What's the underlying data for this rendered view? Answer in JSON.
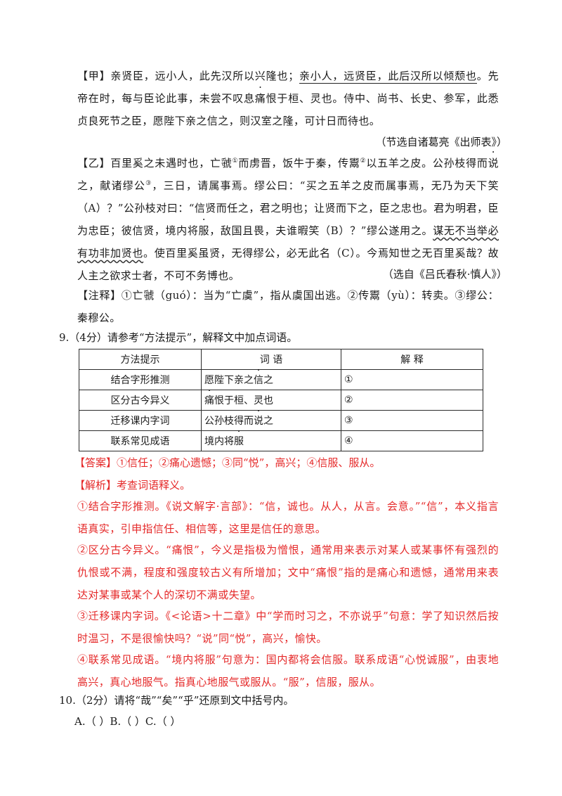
{
  "passage_jia": {
    "tag": "【甲】",
    "s1": "亲贤臣，远小人，此先汉所以兴隆也；",
    "s2_underlined": "亲小人，远贤臣，此后汉所以倾颓也",
    "s3": "。先帝在时，每与臣论此事，未尝不叹息",
    "dot_tong": "痛",
    "s4": "恨于桓、灵也。侍中、尚书、长史、参军，此悉贞良死节之臣，愿陛下亲之信之，则汉室之隆，可计日而待也。",
    "source": "（节选自诸葛亮《出师表》）"
  },
  "passage_yi": {
    "tag": "【乙】",
    "t1": "百里奚之未遇时也，亡虢",
    "n1": "①",
    "t2": "而虏晋，饭牛于秦，传鬻",
    "n2": "②",
    "t3": "以五羊之皮。公孙枝得而",
    "dot_shuo": "说",
    "t4": "之，献诸缪公",
    "n3": "③",
    "t5": "，三日，请属事焉。缪公曰：“买之五羊之皮而属事焉，无乃为天下笑（A）？”公孙枝对曰：“信贤而任之，君之明也；让贤而下之，臣之忠也。君为明君，臣为忠臣；彼信贤，境内将",
    "dot_fu": "服",
    "t6": "，敌国且畏，夫谁暇笑（B）？”缪公遂用之。",
    "wavy": "谋无不当举必有功非加贤也",
    "t7": "。使百里奚虽贤，无得缪公，必无此名（C）。今焉知世之无百里奚哉？故人主之欲求士者，不可不务博也。",
    "source": "（选自《吕氏春秋·慎人》）"
  },
  "notes": "【注释】①亡虢（guó）：当为“亡虞”，指从虞国出逃。②传鬻（yù）：转卖。③缪公：秦穆公。",
  "q9": {
    "stem": "9.（4分）请参考“方法提示”，解释文中加点词语。",
    "headers": [
      "方法提示",
      "词  语",
      "解  释"
    ],
    "rows": [
      {
        "method": "结合字形推测",
        "w1": "愿陛下亲之",
        "dw": "信",
        "w2": "之",
        "ans": "①"
      },
      {
        "method": "区分古今异义",
        "w1": "",
        "dw": "痛",
        "w2": "恨于桓、灵也",
        "ans": "②"
      },
      {
        "method": "迁移课内字词",
        "w1": "公孙枝得而",
        "dw": "说",
        "w2": "之",
        "ans": "③"
      },
      {
        "method": "联系常见成语",
        "w1": "境内将",
        "dw": "服",
        "w2": "",
        "ans": "④"
      }
    ],
    "answer": "【答案】①信任；②痛心遗憾；③同“悦”，高兴；④信服、服从。",
    "analysis_title": "【解析】考查词语释义。",
    "a1": "①结合字形推测。《说文解字·言部》：“信，诚也。从人，从言。会意。”“信”，本义指言语真实，引申指信任、相信等，这里是信任的意思。",
    "a2": "②区分古今异义。“痛恨”，今义是指极为憎恨，通常用来表示对某人或某事怀有强烈的仇恨或不满，程度和强度较古义有所增加；文中“痛恨”指的是痛心和遗憾，通常用来表达对某事或某个人的深切不满或失望。",
    "a3": "③迁移课内字词。《<论语>十二章》中“学而时习之，不亦说乎”句意：学了知识然后按时温习，不是很愉快吗？“说”同“悦”，高兴，愉快。",
    "a4": "④联系常见成语。“境内将服”句意为：国内都将会信服。联系成语“心悦诚服”，由衷地高兴，真心地服气。指真心地服气或服从。“服”，信服，服从。"
  },
  "q10": {
    "stem": "10.（2分）请将“哉”“矣”“乎”还原到文中括号内。",
    "options": "A.（    ）B.（    ）C.（    ）"
  }
}
